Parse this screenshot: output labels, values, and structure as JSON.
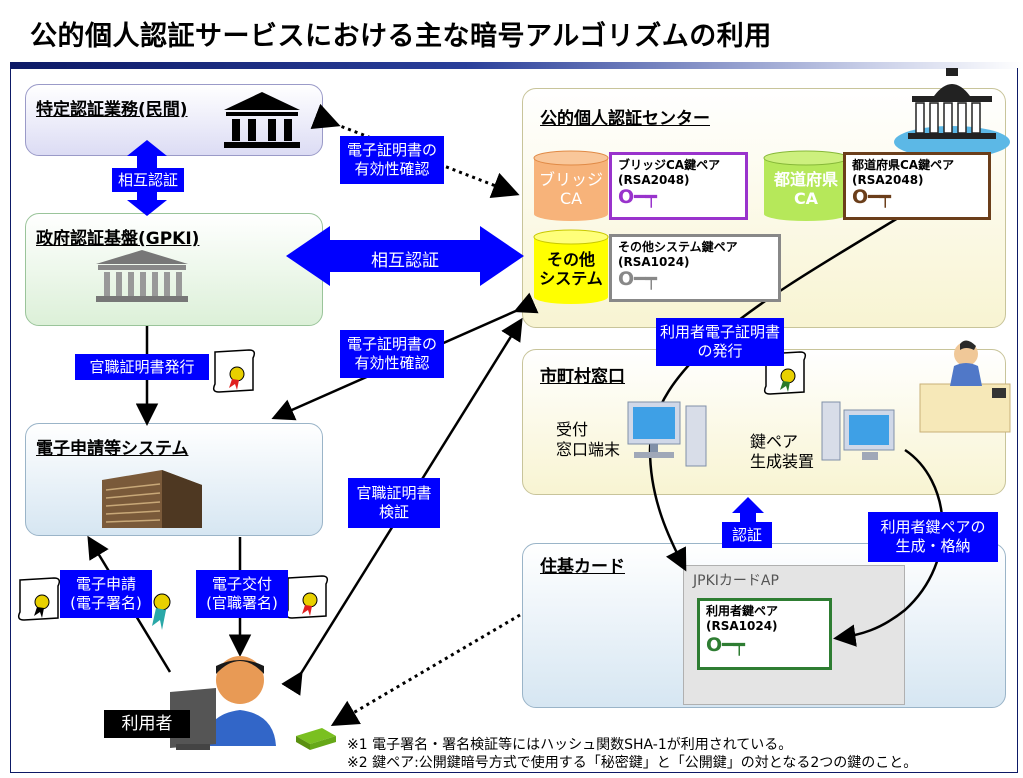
{
  "title": "公的個人認証サービスにおける主な暗号アルゴリズムの利用",
  "boxes": {
    "private_auth": "特定認証業務(民間)",
    "gpki": "政府認証基盤(GPKI)",
    "e_app_system": "電子申請等システム",
    "jpki_center": "公的個人認証センター",
    "municipal": "市町村窓口",
    "juki_card": "住基カード",
    "jpki_card_ap": "JPKIカードAP",
    "user": "利用者"
  },
  "center_items": {
    "bridge_ca": "ブリッジ\nCA",
    "bridge_key_title": "ブリッジCA鍵ペア",
    "bridge_key_alg": "(RSA2048)",
    "pref_ca": "都道府県\nCA",
    "pref_key_title": "都道府県CA鍵ペア",
    "pref_key_alg": "(RSA2048)",
    "other_system": "その他\nシステム",
    "other_key_title": "その他システム鍵ペア",
    "other_key_alg": "(RSA1024)"
  },
  "municipal_items": {
    "reception_terminal": "受付\n窓口端末",
    "keypair_device": "鍵ペア\n生成装置"
  },
  "card_items": {
    "user_key_title": "利用者鍵ペア",
    "user_key_alg": "(RSA1024)"
  },
  "labels": {
    "mutual_auth_small": "相互認証",
    "mutual_auth_big": "相互認証",
    "cert_validity_1": "電子証明書の\n有効性確認",
    "cert_validity_2": "電子証明書の\n有効性確認",
    "official_cert_issue": "官職証明書発行",
    "official_cert_verify": "官職証明書\n検証",
    "user_cert_issue": "利用者電子証明書\nの発行",
    "auth": "認証",
    "user_key_gen": "利用者鍵ペアの\n生成・格納",
    "e_application": "電子申請\n(電子署名)",
    "e_delivery": "電子交付\n(官職署名)"
  },
  "notes": [
    "※1  電子署名・署名検証等にはハッシュ関数SHA-1が利用されている。",
    "※2  鍵ペア:公開鍵暗号方式で使用する「秘密鍵」と「公開鍵」の対となる2つの鍵のこと。"
  ],
  "colors": {
    "accent_blue": "#0000ff",
    "bridge_ca": "#f7b37a",
    "pref_ca": "#b6e85a",
    "other_ca": "#ffff00",
    "bridge_key_border": "#9933cc",
    "pref_key_border": "#6b3e1a",
    "other_key_border": "#888888",
    "user_key_border": "#2e7d32"
  },
  "icons": [
    "bank-icon",
    "government-building-icon",
    "office-building-icon",
    "capitol-icon",
    "certificate-icon",
    "ribbon-icon",
    "key-icon",
    "computer-icon",
    "office-worker-icon",
    "user-at-computer-icon",
    "card-reader-icon"
  ]
}
